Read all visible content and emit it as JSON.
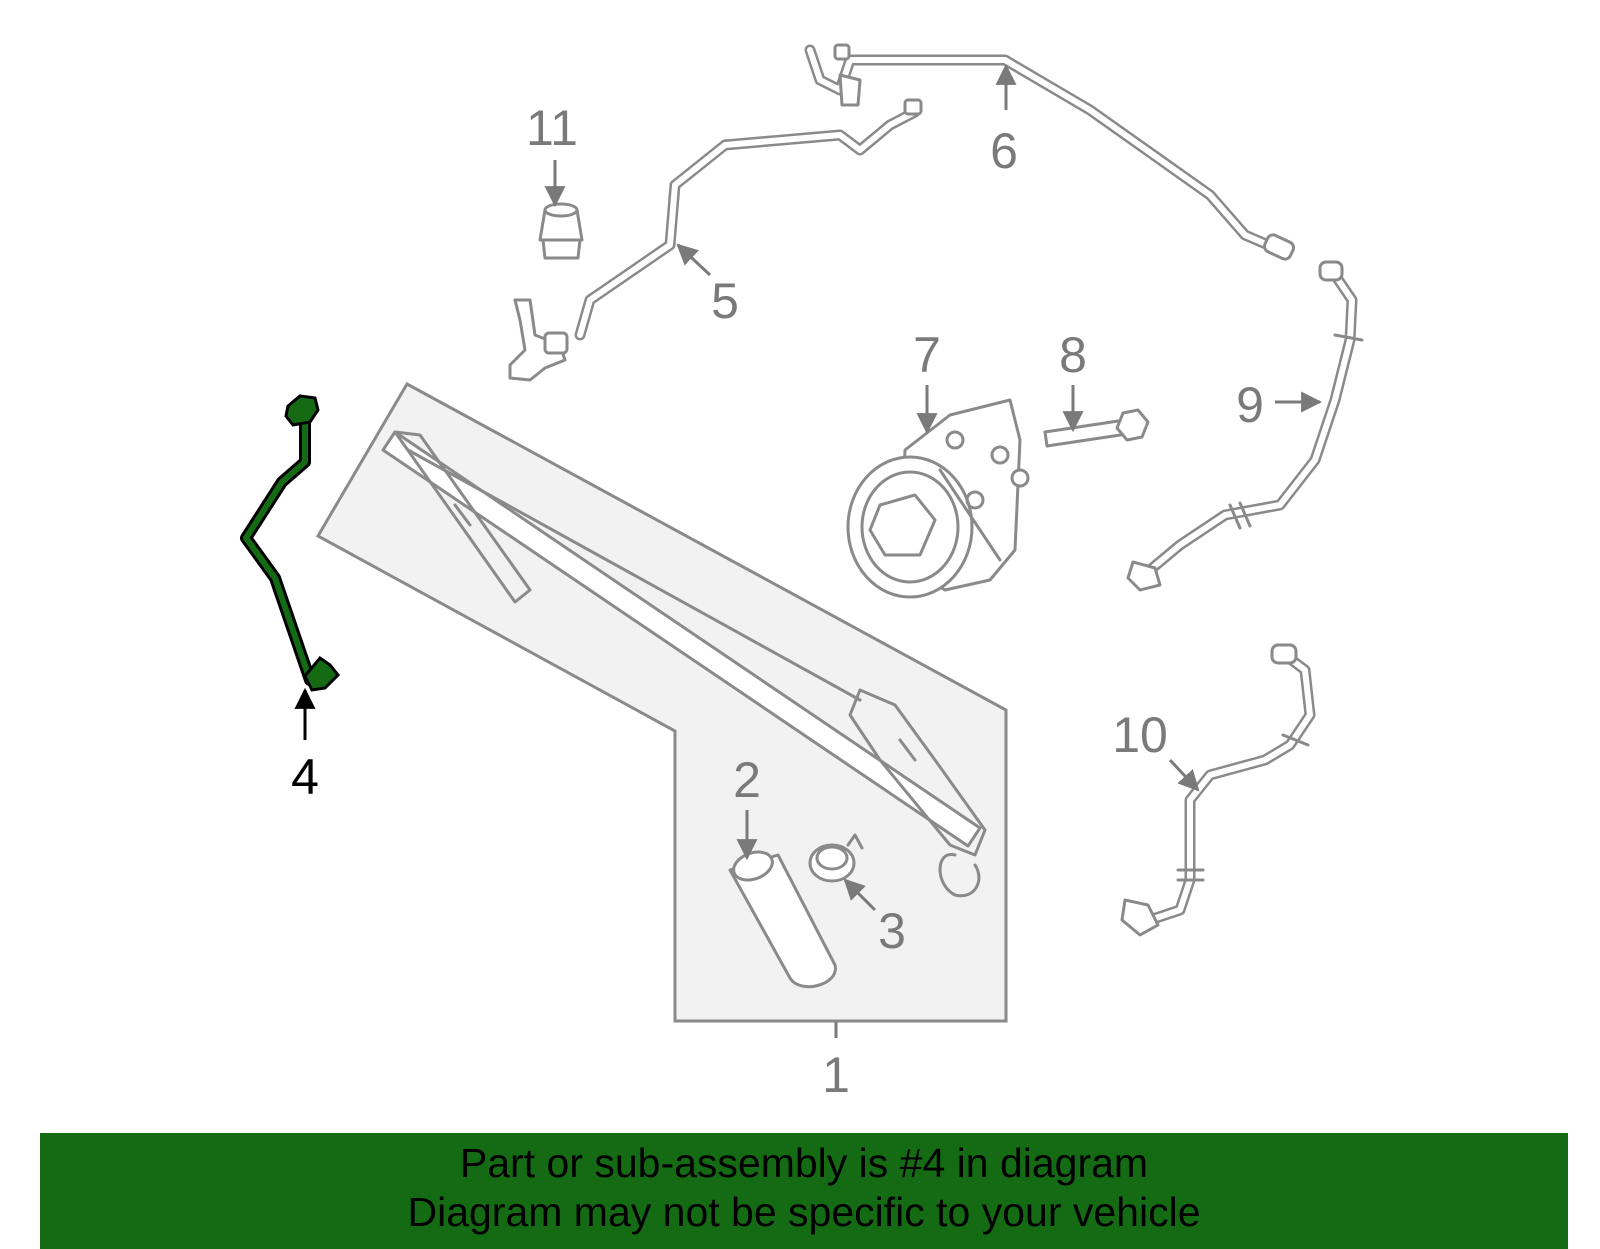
{
  "highlight_color": "#156b14",
  "callouts": {
    "c1": "1",
    "c2": "2",
    "c3": "3",
    "c4": "4",
    "c5": "5",
    "c6": "6",
    "c7": "7",
    "c8": "8",
    "c9": "9",
    "c10": "10",
    "c11": "11"
  },
  "banner": {
    "line1": "Part or sub-assembly is #4 in diagram",
    "line2": "Diagram may not be specific to your vehicle"
  }
}
